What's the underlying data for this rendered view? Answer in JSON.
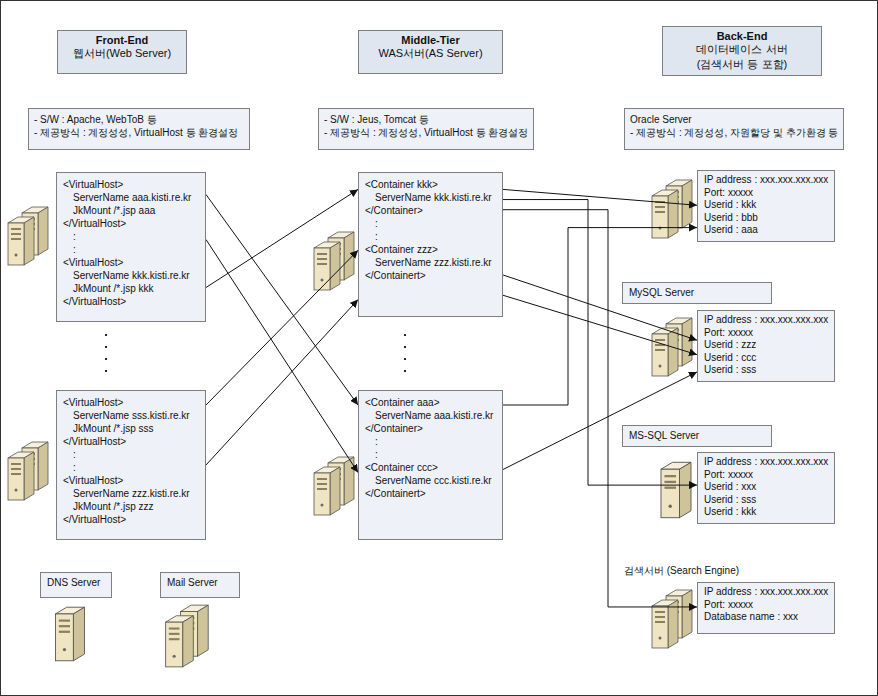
{
  "diagram": {
    "nodes": [
      {
        "text": [
          "Front-End",
          "웹서버(Web Server)"
        ]
      },
      {
        "text": [
          "Middle-Tier",
          "WAS서버(AS Server)"
        ]
      },
      {
        "text": [
          "Back-End",
          "데이터베이스 서버",
          "(검색서버 등 포함)"
        ]
      },
      {
        "text": [
          "- S/W : Apache, WebToB 등",
          "- 제공방식 : 계정성성, VirtualHost 등 환경설정"
        ]
      },
      {
        "text": [
          "- S/W : Jeus, Tomcat 등",
          "- 제공방식 : 계정성성, VirtualHost 등 환경설정"
        ]
      },
      {
        "text": [
          "Oracle Server",
          "- 제공방식 : 계정성성, 자원할당 및 추가환경 등"
        ]
      },
      {
        "text": [
          "<VirtualHost>",
          "ServerName aaa.kisti.re.kr",
          "JkMount /*.jsp  aaa",
          "</VirtualHost>",
          ":",
          ":",
          "<VirtualHost>",
          "ServerName kkk.kisti.re.kr",
          "JkMount /*.jsp kkk",
          "</VirtualHost>"
        ]
      },
      {
        "text": [
          "<Container kkk>",
          "ServerName kkk.kisti.re.kr",
          "</Container>",
          ":",
          ":",
          "<Container zzz>",
          "ServerName zzz.kisti.re.kr",
          "</Containert>"
        ]
      },
      {
        "text": [
          "IP address : xxx.xxx.xxx.xxx",
          "Port: xxxxx",
          "Userid : kkk",
          "Userid : bbb",
          "Userid : aaa"
        ]
      },
      {
        "text": [
          "MySQL Server"
        ]
      },
      {
        "text": [
          "IP address : xxx.xxx.xxx.xxx",
          "Port: xxxxx",
          "Userid : zzz",
          "Userid : ccc",
          "Userid : sss"
        ]
      },
      {
        "text": [
          "<VirtualHost>",
          "ServerName sss.kisti.re.kr",
          "JkMount /*.jsp  sss",
          "</VirtualHost>",
          ":",
          ":",
          "<VirtualHost>",
          "ServerName zzz.kisti.re.kr",
          "JkMount /*.jsp zzz",
          "</VirtualHost>"
        ]
      },
      {
        "text": [
          "<Container aaa>",
          "ServerName aaa.kisti.re.kr",
          "</Container>",
          ":",
          ":",
          "<Container ccc>",
          "ServerName ccc.kisti.re.kr",
          "</Containert>"
        ]
      },
      {
        "text": [
          "MS-SQL Server"
        ]
      },
      {
        "text": [
          "IP address : xxx.xxx.xxx.xxx",
          "Port: xxxxx",
          "Userid : xxx",
          "Userid : sss",
          "Userid : kkk"
        ]
      },
      {
        "text": [
          "IP address : xxx.xxx.xxx.xxx",
          "Port: xxxxx",
          "Database name : xxx"
        ]
      },
      {
        "text": [
          "DNS Server"
        ]
      },
      {
        "text": [
          "Mail  Server"
        ]
      }
    ],
    "edges": [
      {
        "from": 6,
        "to": 7,
        "arrow": "to"
      },
      {
        "from": 6,
        "to": 12,
        "arrow": "to"
      },
      {
        "from": 6,
        "to": 12,
        "arrow": "to"
      },
      {
        "from": 11,
        "to": 7,
        "arrow": "to"
      },
      {
        "from": 11,
        "to": 7,
        "arrow": "to"
      },
      {
        "from": 7,
        "to": 8,
        "arrow": "to"
      },
      {
        "from": 7,
        "to": 10,
        "arrow": "to"
      },
      {
        "from": 7,
        "to": 10,
        "arrow": "to"
      },
      {
        "from": 7,
        "to": 14,
        "arrow": "to"
      },
      {
        "from": 7,
        "to": 15,
        "arrow": "to"
      },
      {
        "from": 12,
        "to": 8,
        "arrow": "to"
      },
      {
        "from": 12,
        "to": 10,
        "arrow": "to"
      }
    ],
    "labels": [
      "검색서버 (Search Engine)"
    ]
  }
}
